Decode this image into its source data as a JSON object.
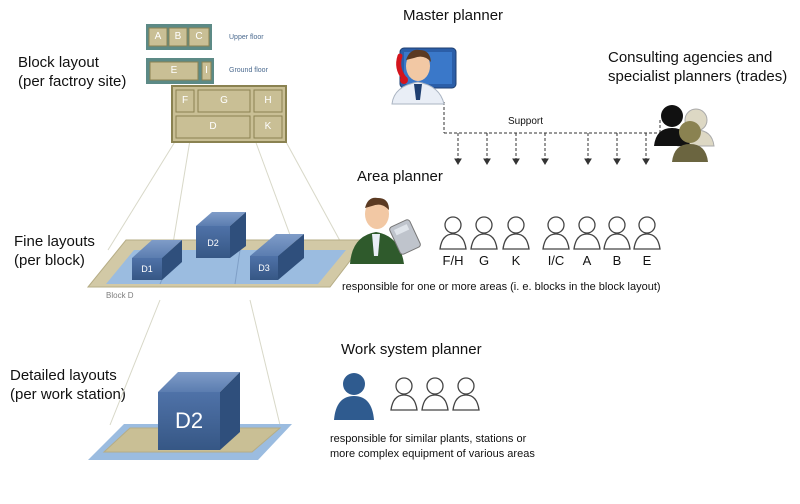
{
  "left_labels": {
    "block_layout": [
      "Block layout",
      "(per factroy site)"
    ],
    "fine_layouts": [
      "Fine layouts",
      "(per block)"
    ],
    "detailed_layouts": [
      "Detailed layouts",
      "(per work station)"
    ]
  },
  "block_layout": {
    "upper_floor_label": "Upper floor",
    "ground_floor_label": "Ground floor",
    "upper_cells": [
      "A",
      "B",
      "C"
    ],
    "ground_cells": [
      "E",
      "I"
    ],
    "lower_row1": [
      "F",
      "G",
      "H"
    ],
    "lower_row2": [
      "D",
      "K"
    ]
  },
  "fine_layout": {
    "block_label": "Block D",
    "boxes": [
      "D1",
      "D2",
      "D3"
    ]
  },
  "detailed_layout": {
    "box": "D2"
  },
  "roles": {
    "master_planner": "Master planner",
    "consulting": [
      "Consulting agencies and",
      "specialist planners (trades)"
    ],
    "support": "Support",
    "area_planner": "Area planner",
    "area_codes": [
      "F/H",
      "G",
      "K",
      "I/C",
      "A",
      "B",
      "E"
    ],
    "area_note": "responsible  for one or more areas (i. e. blocks in the block layout)",
    "work_system_planner": "Work system planner",
    "work_note": [
      "responsible  for similar plants, stations or",
      "more complex equipment of various areas"
    ]
  },
  "colors": {
    "olive_fill": "#c9bf95",
    "olive_border": "#8a8251",
    "blue_box": "#3e5f94",
    "blue_floor": "#9bbce0",
    "person_outline": "#444444",
    "worker_blue": "#2f5b8f"
  }
}
